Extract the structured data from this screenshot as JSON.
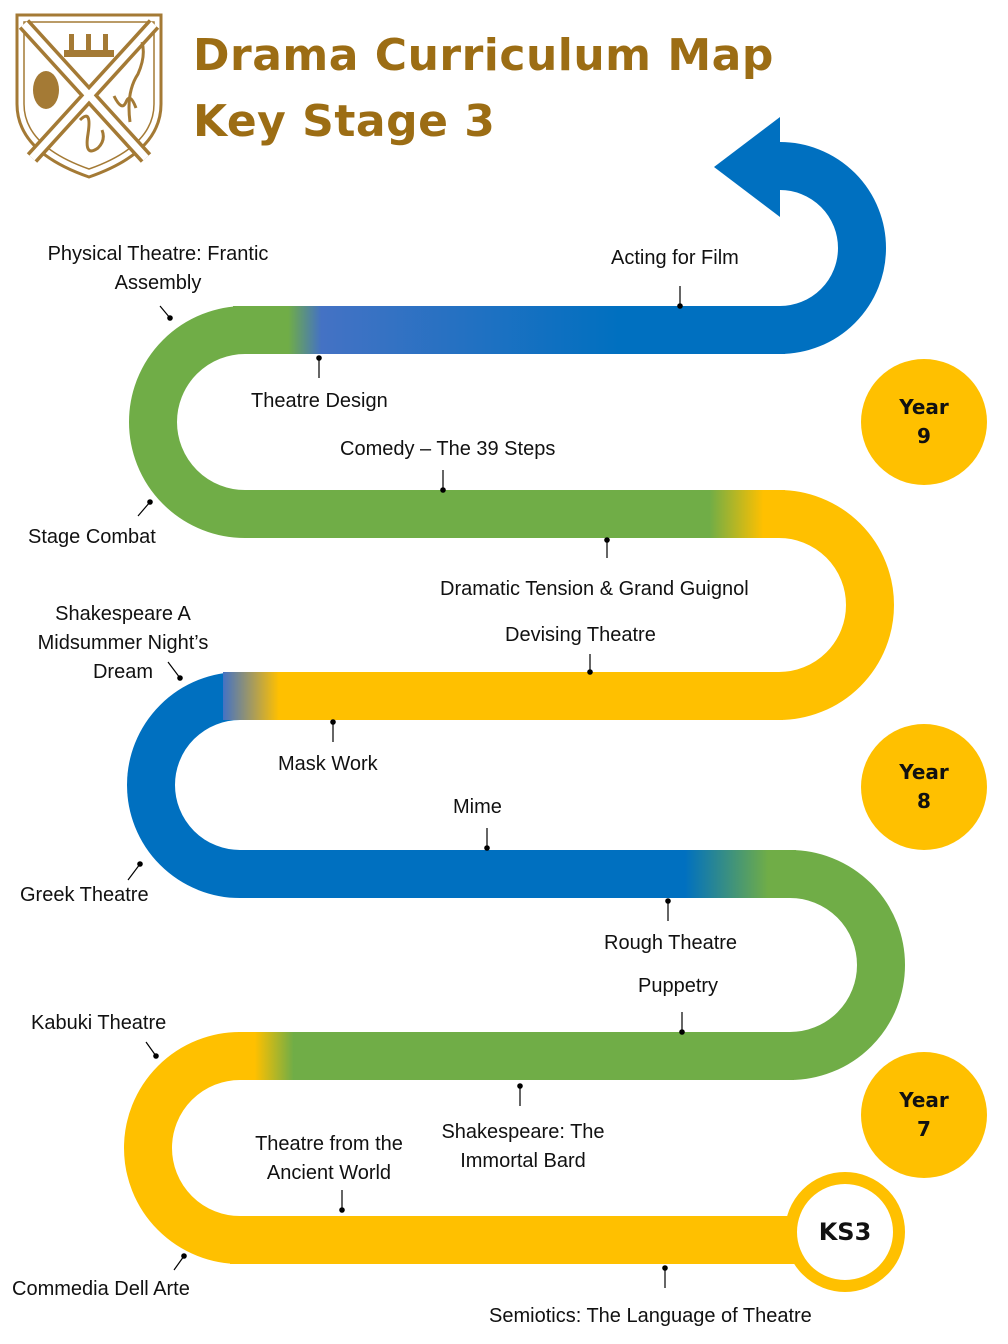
{
  "header": {
    "title_line_1": "Drama Curriculum Map",
    "title_line_2": "Key Stage 3"
  },
  "colors": {
    "title": "#9c6d14",
    "crest": "#a47a35",
    "yellow": "#ffc000",
    "green": "#70ad47",
    "blue": "#0070c0",
    "blue_mid": "#4472c4"
  },
  "crest": {
    "icon": "school-crest-icon"
  },
  "start_badge": {
    "label": "KS3"
  },
  "years": [
    {
      "line1": "Year",
      "line2": "9"
    },
    {
      "line1": "Year",
      "line2": "8"
    },
    {
      "line1": "Year",
      "line2": "7"
    }
  ],
  "topics": {
    "physical_theatre": "Physical Theatre: Frantic Assembly",
    "acting_for_film": "Acting for Film",
    "theatre_design": "Theatre Design",
    "comedy": "Comedy – The 39 Steps",
    "stage_combat": "Stage Combat",
    "dramatic_tension": "Dramatic Tension & Grand Guignol",
    "shakespeare_dream": "Shakespeare A Midsummer Night’s Dream",
    "devising_theatre": "Devising Theatre",
    "mask_work": "Mask Work",
    "mime": "Mime",
    "greek_theatre": "Greek Theatre",
    "rough_theatre": "Rough Theatre",
    "puppetry": "Puppetry",
    "kabuki_theatre": "Kabuki Theatre",
    "theatre_ancient_world": "Theatre from the Ancient World",
    "shakespeare_bard": "Shakespeare: The Immortal Bard",
    "commedia": "Commedia Dell Arte",
    "semiotics": "Semiotics: The Language of Theatre"
  }
}
